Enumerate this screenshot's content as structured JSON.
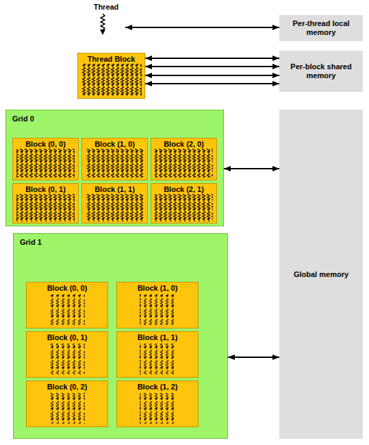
{
  "diagram": {
    "nodes": [
      {
        "text": [
          "Thread"
        ]
      },
      {
        "text": [
          "Per-thread local memory"
        ]
      },
      {
        "text": [
          "Thread Block"
        ]
      },
      {
        "text": [
          "Per-block shared memory"
        ]
      },
      {
        "text": [
          "Grid 0"
        ]
      },
      {
        "text": [
          "Block (0, 0)"
        ],
        "in": 4
      },
      {
        "text": [
          "Block (1, 0)"
        ],
        "in": 4
      },
      {
        "text": [
          "Block (2, 0)"
        ],
        "in": 4
      },
      {
        "text": [
          "Block (0, 1)"
        ],
        "in": 4
      },
      {
        "text": [
          "Block (1, 1)"
        ],
        "in": 4
      },
      {
        "text": [
          "Block (2, 1)"
        ],
        "in": 4
      },
      {
        "text": [
          "Grid 1"
        ]
      },
      {
        "text": [
          "Block (0, 0)"
        ],
        "in": 11
      },
      {
        "text": [
          "Block (1, 0)"
        ],
        "in": 11
      },
      {
        "text": [
          "Block (0, 1)"
        ],
        "in": 11
      },
      {
        "text": [
          "Block (1, 1)"
        ],
        "in": 11
      },
      {
        "text": [
          "Block (0, 2)"
        ],
        "in": 11
      },
      {
        "text": [
          "Block (1, 2)"
        ],
        "in": 11
      },
      {
        "text": [
          "Global memory"
        ]
      }
    ],
    "edges": [
      {
        "from": 0,
        "to": 1,
        "arrow": "both"
      },
      {
        "from": 2,
        "to": 3,
        "arrow": "both"
      },
      {
        "from": 2,
        "to": 3,
        "arrow": "both"
      },
      {
        "from": 2,
        "to": 3,
        "arrow": "both"
      },
      {
        "from": 2,
        "to": 3,
        "arrow": "both"
      },
      {
        "from": 4,
        "to": 18,
        "arrow": "both"
      },
      {
        "from": 11,
        "to": 18,
        "arrow": "both"
      }
    ]
  }
}
